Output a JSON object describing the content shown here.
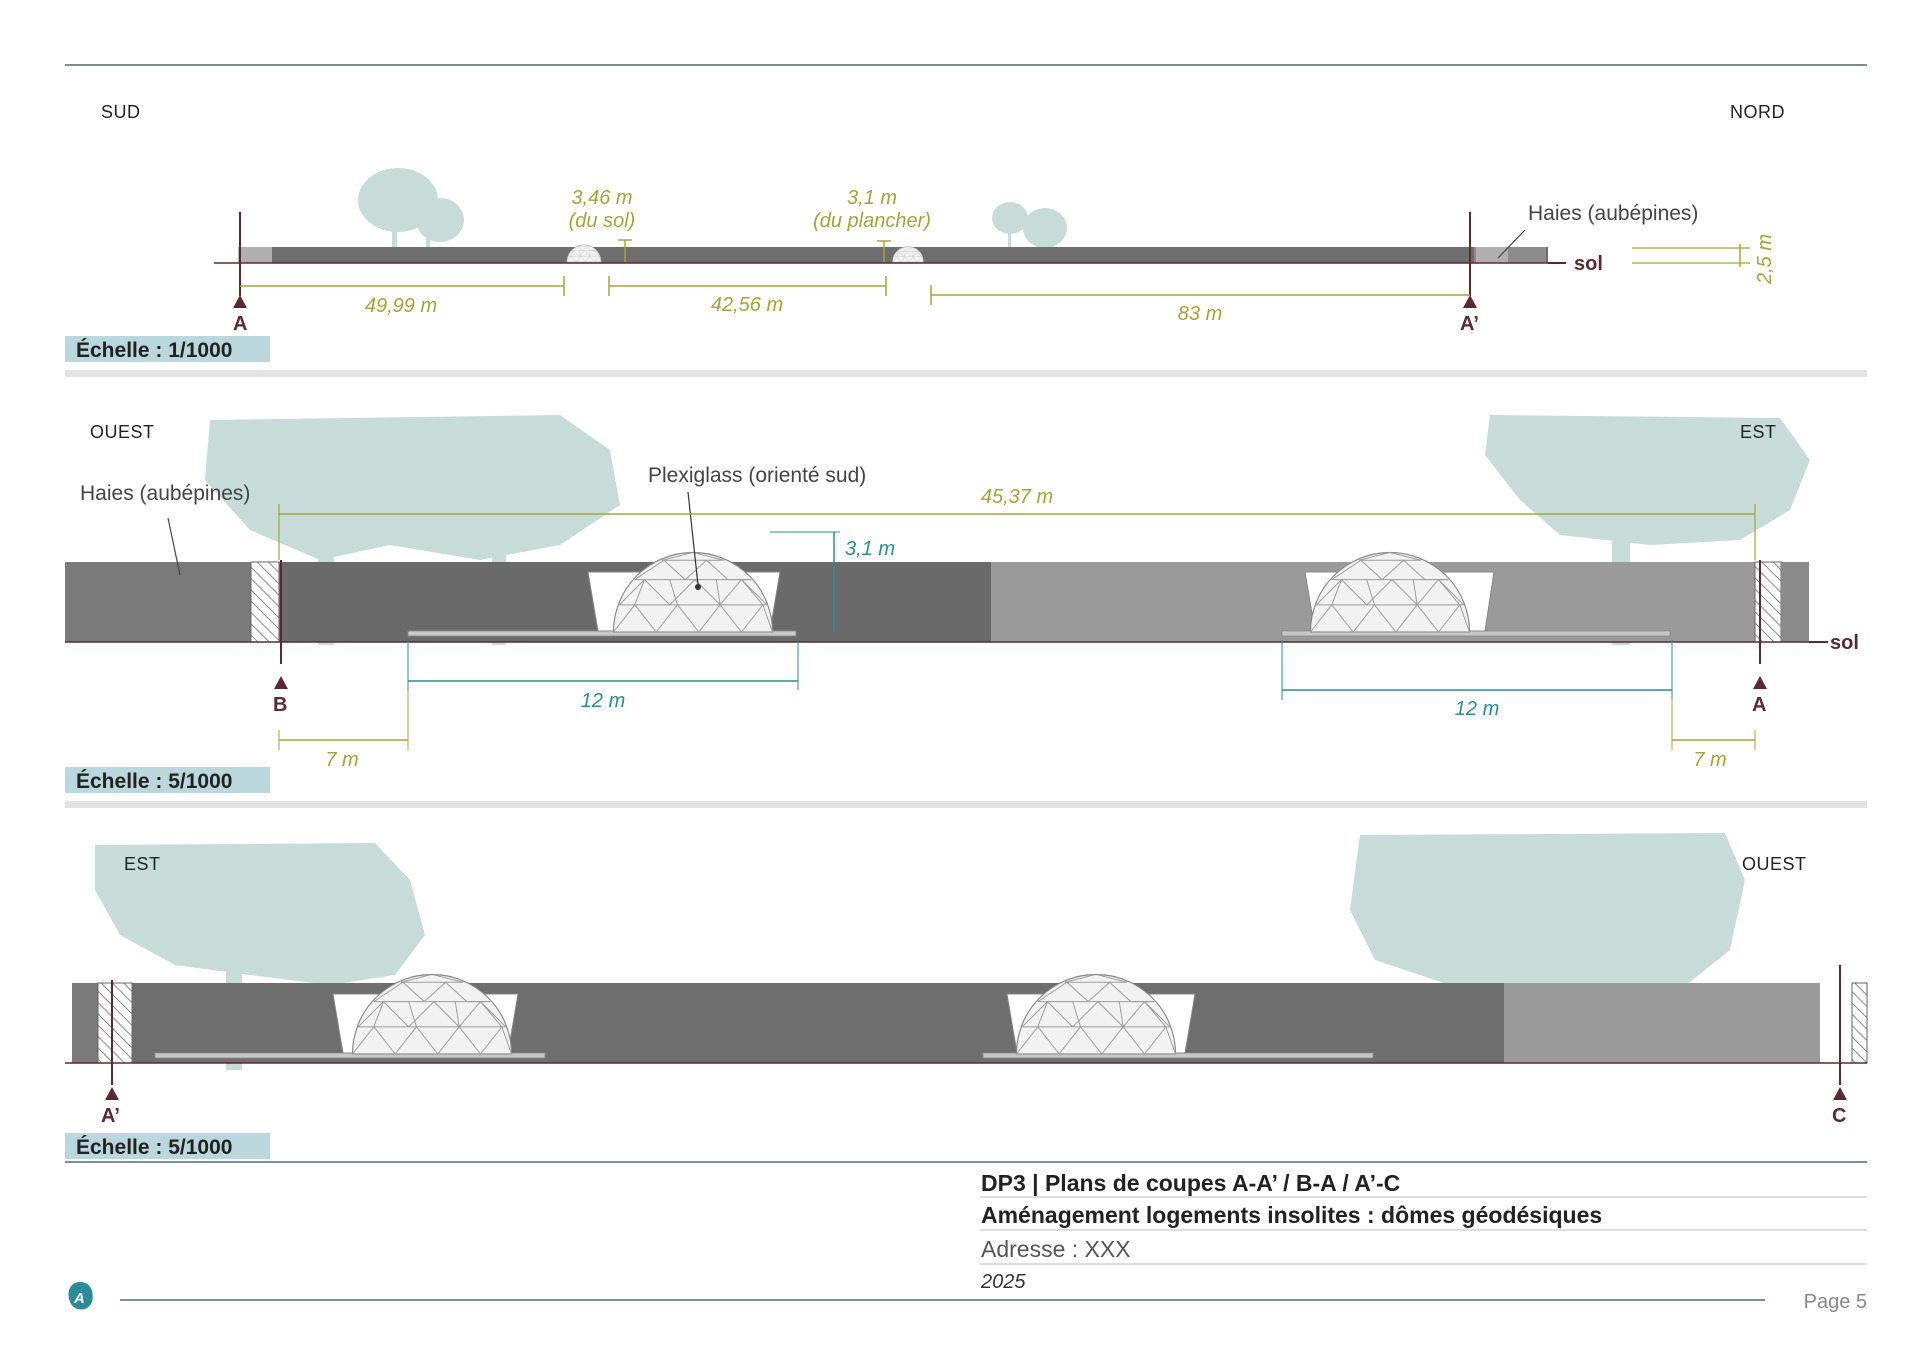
{
  "colors": {
    "olive": "#a5a43a",
    "teal": "#2a8c96",
    "maroon": "#5a2a33",
    "rule": "#4d6e6a",
    "scale_bg": "#b9d7dd",
    "tree": "#c7dcd8",
    "ground_dark": "#6e6e6e",
    "ground_light": "#9a9a9a"
  },
  "section1": {
    "left_label": "SUD",
    "right_label": "NORD",
    "dome1_height_line1": "3,46 m",
    "dome1_height_line2": "(du sol)",
    "dome2_height_line1": "3,1 m",
    "dome2_height_line2": "(du plancher)",
    "hedge_label": "Haies (aubépines)",
    "ground_label": "sol",
    "hedge_height": "2,5 m",
    "dim1": "49,99 m",
    "dim2": "42,56 m",
    "dim3": "83 m",
    "marker_left": "A",
    "marker_right": "A’",
    "scale": "Échelle : 1/1000"
  },
  "section2": {
    "left_label": "OUEST",
    "right_label": "EST",
    "hedge_label": "Haies (aubépines)",
    "plexi_label": "Plexiglass (orienté sud)",
    "total_dim": "45,37 m",
    "dome_height": "3,1 m",
    "platform_left": "12 m",
    "platform_right": "12 m",
    "offset_left": "7 m",
    "offset_right": "7 m",
    "ground_label": "sol",
    "marker_left": "B",
    "marker_right": "A",
    "scale": "Échelle : 5/1000"
  },
  "section3": {
    "left_label": "EST",
    "right_label": "OUEST",
    "marker_left": "A’",
    "marker_right": "C",
    "scale": "Échelle : 5/1000"
  },
  "title_block": {
    "line1": "DP3 | Plans de coupes A-A’ / B-A / A’-C",
    "line2": "Aménagement logements insolites : dômes géodésiques",
    "line3": "Adresse : XXX",
    "line4": "2025"
  },
  "footer": {
    "logo_letter": "A",
    "page": "Page 5"
  }
}
